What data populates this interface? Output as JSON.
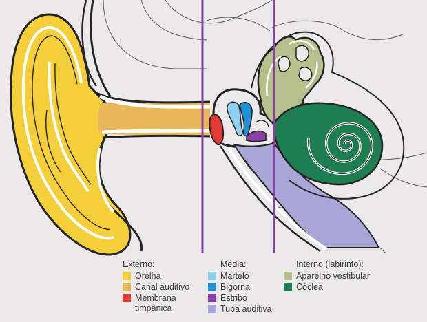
{
  "colors": {
    "background": "#ebe9ea",
    "outline": "#232323",
    "divider": "#8e3fa6"
  },
  "legend": {
    "groups": [
      {
        "title": "Externo:",
        "items": [
          {
            "label": "Orelha",
            "color": "#f4cf3a"
          },
          {
            "label": "Canal auditivo",
            "color": "#e8b85a"
          },
          {
            "label": "Membrana\ntimpânica",
            "color": "#e43a37"
          }
        ]
      },
      {
        "title": "Média:",
        "items": [
          {
            "label": "Martelo",
            "color": "#8ed0ef"
          },
          {
            "label": "Bigorna",
            "color": "#1f8fd6"
          },
          {
            "label": "Estribo",
            "color": "#8b3fa8"
          },
          {
            "label": "Tuba auditiva",
            "color": "#a9a6d8"
          }
        ]
      },
      {
        "title": "Interno (labirinto):",
        "items": [
          {
            "label": "Aparelho vestibular",
            "color": "#b6c08c"
          },
          {
            "label": "Cóclea",
            "color": "#1d7e52"
          }
        ]
      }
    ]
  }
}
